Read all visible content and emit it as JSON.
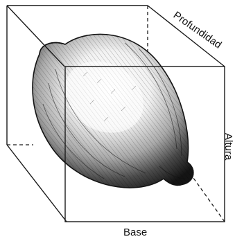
{
  "labels": {
    "depth": "Profundidad",
    "height": "Altura",
    "width": "Base"
  },
  "colors": {
    "ink": "#1a1a1a",
    "background": "#ffffff"
  },
  "illustration": "lemon"
}
